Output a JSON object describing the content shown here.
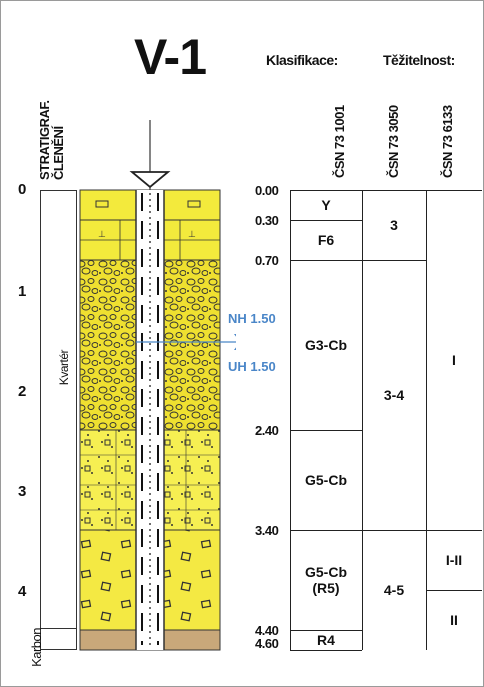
{
  "title": "V-1",
  "headers": {
    "klasifikace": "Klasifikace:",
    "tezitelnost": "Těžitelnost:",
    "strat": [
      "STRATIGRAF.",
      "ČLENĚNÍ"
    ],
    "csn1": "ČSN 73 1001",
    "csn2": "ČSN 73 3050",
    "csn3": "ČSN 73 6133"
  },
  "depth_axis": [
    "0",
    "1",
    "2",
    "3",
    "4"
  ],
  "strat_units": {
    "kvarter": "Kvartér",
    "karbon": "Karbon"
  },
  "layer_depths": [
    "0.00",
    "0.30",
    "0.70",
    "2.40",
    "3.40",
    "4.40",
    "4.60"
  ],
  "classes": [
    "Y",
    "F6",
    "G3-Cb",
    "G5-Cb",
    "G5-Cb",
    "(R5)",
    "R4"
  ],
  "extract_3050": [
    "3",
    "3-4",
    "4-5"
  ],
  "extract_6133": [
    "I",
    "I-II",
    "II"
  ],
  "water": {
    "nh": "NH 1.50",
    "uh": "UH 1.50"
  },
  "colors": {
    "fill_fine": "#f3ea3c",
    "fill_gravel": "#efe030",
    "fill_sand": "#f6ef52",
    "fill_coarse": "#f4e943",
    "fill_bedrock": "#c9a87a",
    "water": "#4a86c8"
  }
}
